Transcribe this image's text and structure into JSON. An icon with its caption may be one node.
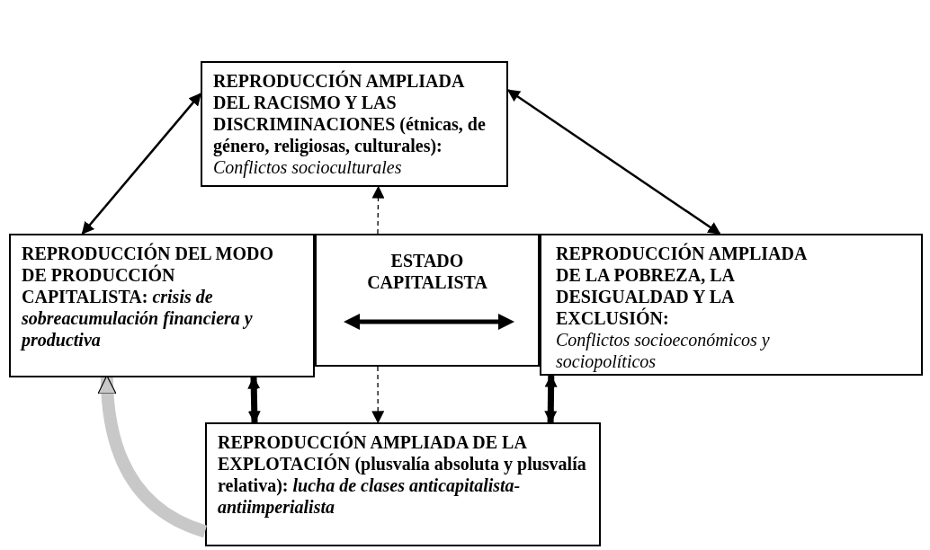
{
  "diagram": {
    "nodes": [
      {
        "text": [
          "REPRODUCCIÓN AMPLIADA DEL RACISMO Y LAS DISCRIMINACIONES (étnicas, de género, religiosas, culturales):",
          "Conflictos socioculturales"
        ]
      },
      {
        "text": [
          "REPRODUCCIÓN DEL MODO DE PRODUCCIÓN CAPITALISTA: *crisis de sobreacumulación financiera y productiva*"
        ]
      },
      {
        "text": [
          "ESTADO CAPITALISTA"
        ]
      },
      {
        "text": [
          "REPRODUCCIÓN AMPLIADA DE LA POBREZA, LA DESIGUALDAD Y LA EXCLUSIÓN:",
          "Conflictos socioeconómicos y sociopolíticos"
        ]
      },
      {
        "text": [
          "REPRODUCCIÓN AMPLIADA DE LA EXPLOTACIÓN (plusvalía absoluta y plusvalía relativa): *lucha de clases anticapitalista-antiimperialista*"
        ]
      }
    ],
    "edges": [
      {
        "from": 2,
        "to": 0,
        "arrow": "to",
        "style": "dashed"
      },
      {
        "from": 2,
        "to": 4,
        "arrow": "to",
        "style": "dashed"
      },
      {
        "from": 1,
        "to": 4,
        "arrow": "both",
        "style": "thick"
      },
      {
        "from": 3,
        "to": 4,
        "arrow": "both",
        "style": "thick"
      },
      {
        "from": 1,
        "to": 0,
        "arrow": "both"
      },
      {
        "from": 0,
        "to": 3,
        "arrow": "both"
      },
      {
        "from": 4,
        "to": 1,
        "arrow": "to",
        "style": "thick",
        "color": "#c8c8c8"
      }
    ]
  }
}
